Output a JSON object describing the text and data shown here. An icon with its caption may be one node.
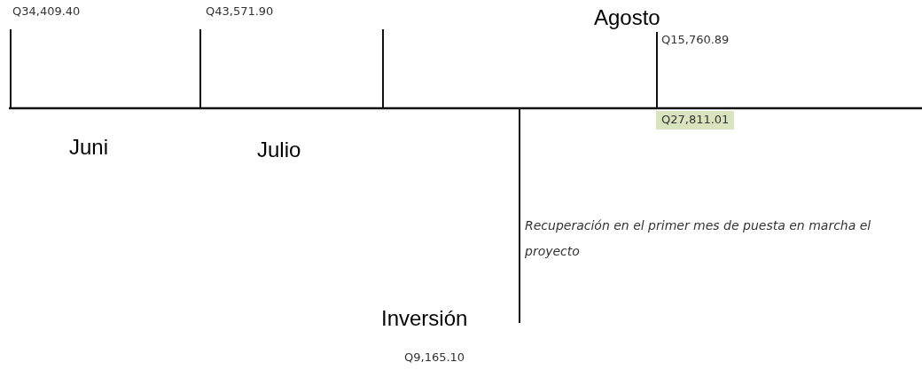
{
  "diagram": {
    "labels": [
      "Q34,409.40",
      "Q43,571.90",
      "Agosto",
      "Q15,760.89",
      "Q27,811.01",
      "Juni",
      "Julio",
      "Recuperación en el primer mes de puesta en marcha el proyecto",
      "Inversión",
      "Q9,165.10"
    ]
  }
}
